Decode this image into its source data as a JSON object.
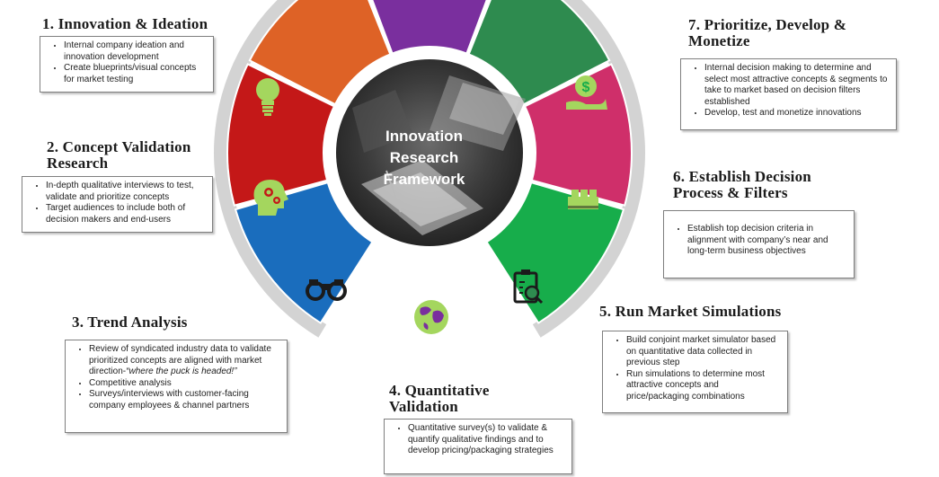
{
  "center": {
    "line1": "Innovation",
    "line2": "Research",
    "line3": "Framework"
  },
  "colors": {
    "stage1": "#1a6dbd",
    "stage2": "#c41818",
    "stage3": "#de6226",
    "stage4": "#7a2f9e",
    "stage5": "#2e8b4f",
    "stage6": "#cf2f6a",
    "stage7": "#17ad4b",
    "outer_ring": "#d3d3d3",
    "icon_yellow": "#a4d65e"
  },
  "stages": [
    {
      "title": "1. Innovation & Ideation",
      "icon": "lightbulb-icon",
      "bullets": [
        "Internal company ideation and innovation development",
        "Create blueprints/visual concepts for market testing"
      ]
    },
    {
      "title_line1": "2. Concept Validation",
      "title_line2": "Research",
      "icon": "head-gears-icon",
      "bullets": [
        "In-depth qualitative interviews to test, validate and prioritize concepts",
        "Target audiences to include both of decision makers and end-users"
      ]
    },
    {
      "title": "3. Trend Analysis",
      "icon": "binoculars-icon",
      "bullet1_plain": "Review of syndicated industry data to validate prioritized concepts are aligned with market direction-",
      "bullet1_quote": "“where the puck is headed!”",
      "bullets_rest": [
        "Competitive analysis",
        "Surveys/interviews with customer-facing company employees & channel partners"
      ]
    },
    {
      "title_line1": "4. Quantitative",
      "title_line2": "Validation",
      "icon": "globe-icon",
      "bullets": [
        "Quantitative survey(s) to validate & quantify qualitative findings and to develop pricing/packaging strategies"
      ]
    },
    {
      "title": "5. Run Market Simulations",
      "icon": "clipboard-search-icon",
      "bullets": [
        "Build conjoint market simulator based on quantitative data collected in previous step",
        "Run simulations to determine most attractive concepts and price/packaging combinations"
      ]
    },
    {
      "title_line1": "6. Establish Decision",
      "title_line2": "Process & Filters",
      "icon": "filter-funnel-icon",
      "bullets": [
        "Establish top decision criteria in alignment with company’s near and long-term business objectives"
      ]
    },
    {
      "title_line1": "7. Prioritize, Develop &",
      "title_line2": "Monetize",
      "icon": "money-hand-icon",
      "bullets": [
        "Internal decision making to determine and select most attractive concepts & segments to take to market based on decision filters established",
        "Develop, test and monetize innovations"
      ]
    }
  ]
}
